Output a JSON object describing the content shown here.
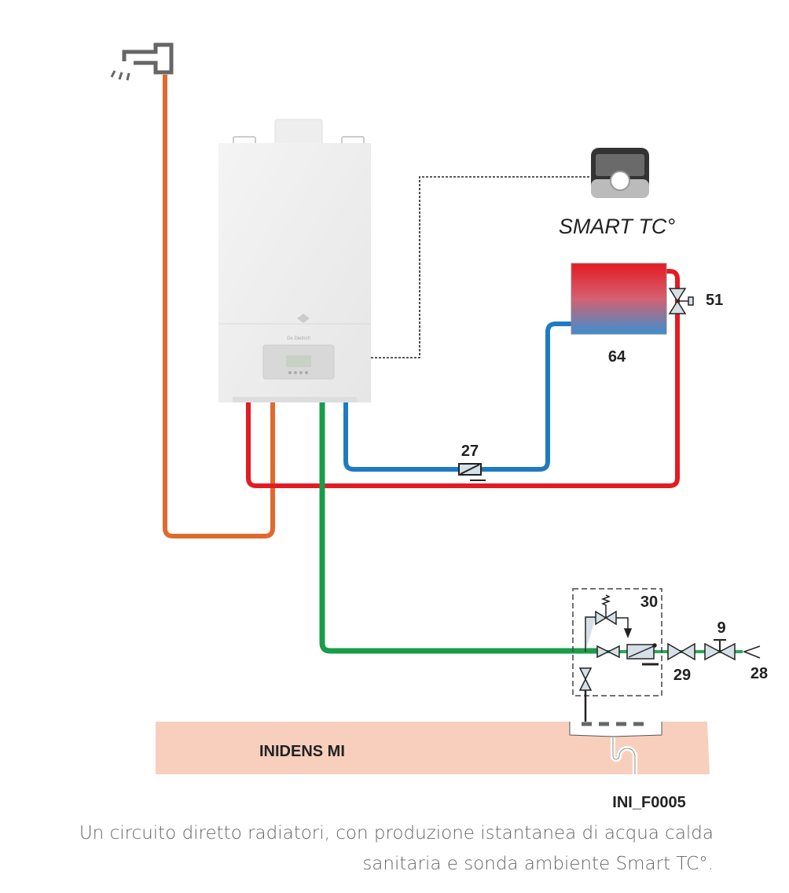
{
  "labels": {
    "thermostat": "SMART TC°",
    "radiator": "64",
    "valve_51": "51",
    "pump_27": "27",
    "group_30": "30",
    "valve_29": "29",
    "valve_9": "9",
    "inlet_28": "28",
    "drain": "INIDENS MI",
    "figure_code": "INI_F0005"
  },
  "caption": {
    "line1": "Un circuito diretto radiatori, con produzione istantanea di acqua calda",
    "line2": "sanitaria e sonda ambiente Smart TC°."
  },
  "colors": {
    "hot_water": "#e2692c",
    "heating_flow": "#e31b23",
    "heating_return": "#1f7ac2",
    "cold_water": "#1a9c48",
    "drain_band": "#f8cfbd"
  }
}
